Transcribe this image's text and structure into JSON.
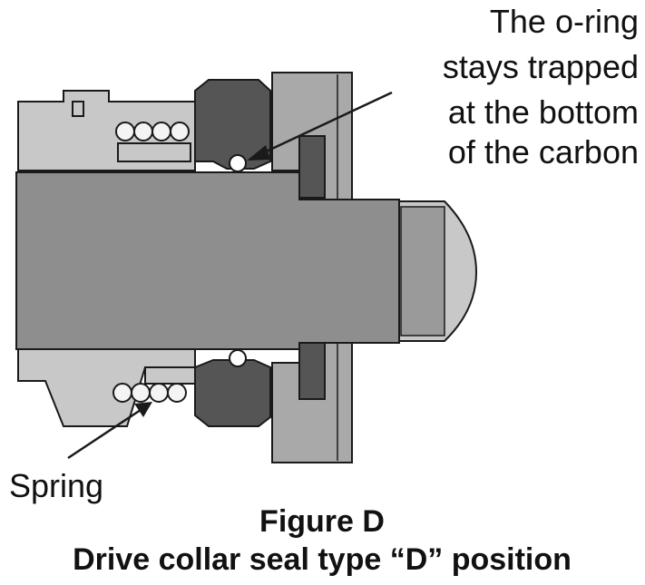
{
  "colors": {
    "background": "#ffffff",
    "light_part": "#c8c8c8",
    "mid_part": "#a9a9a9",
    "shaft": "#8e8e8e",
    "dark_part": "#555555",
    "outline": "#1a1a1a",
    "spring_fill": "#f4f4f4",
    "oring_fill": "#ffffff"
  },
  "callouts": {
    "oring_lines": [
      "The o-ring",
      "stays trapped",
      "at the bottom",
      "of the carbon"
    ],
    "spring": "Spring"
  },
  "caption": {
    "title": "Figure D",
    "subtitle": "Drive collar seal type “D” position"
  }
}
